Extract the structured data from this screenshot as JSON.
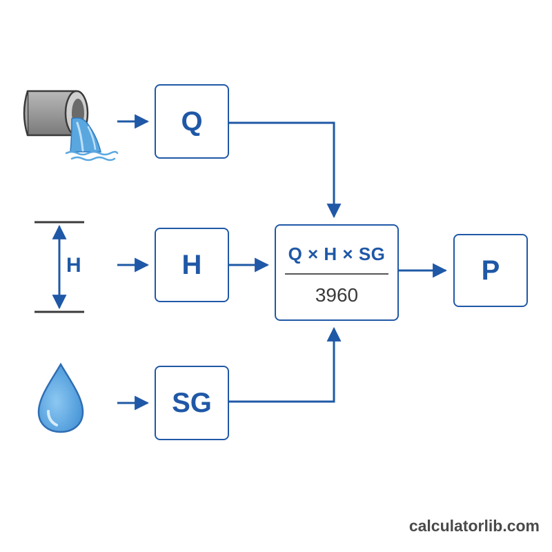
{
  "diagram": {
    "inputs": {
      "flow_box_label": "Q",
      "head_box_label": "H",
      "gravity_box_label": "SG",
      "head_marker_label": "H"
    },
    "formula": {
      "numerator": "Q × H × SG",
      "denominator": "3960"
    },
    "output": {
      "label": "P"
    },
    "icons": {
      "flow": "pipe-water-icon",
      "head": "height-dimension-icon",
      "gravity": "water-drop-icon"
    },
    "colors": {
      "accent": "#1f58a6",
      "water": "#5aa7e0",
      "pipe": "#8f8f8f"
    }
  },
  "watermark": "calculatorlib.com"
}
